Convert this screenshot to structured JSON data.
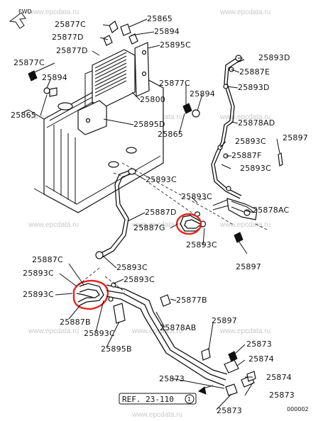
{
  "watermark": "www.epcdata.ru",
  "fwd_label": "FWD",
  "ref_label": "REF. 23-110",
  "ref_circled": "1",
  "figure_id": "000002",
  "highlight_color": "#e8231c",
  "part_labels": {
    "p25865_a": "25865",
    "p25877C_a": "25877C",
    "p25894_a": "25894",
    "p25877D_a": "25877D",
    "p25895C": "25895C",
    "p25877D_b": "25877D",
    "p25877C_b": "25877C",
    "p25894_b": "25894",
    "p25800": "25800",
    "p25865_b": "25865",
    "p25895D": "25895D",
    "p25893D_a": "25893D",
    "p25887E": "25887E",
    "p25893D_b": "25893D",
    "p25877C_c": "25877C",
    "p25894_c": "25894",
    "p25878AD": "25878AD",
    "p25865_c": "25865",
    "p25893C_a": "25893C",
    "p25897_a": "25897",
    "p25887F": "25887F",
    "p25893C_b": "25893C",
    "p25893C_c": "25893C",
    "p25893C_d": "25893C",
    "p25878AC": "25878AC",
    "p25887D": "25887D",
    "p25887G": "25887G",
    "p25893C_e": "25893C",
    "p25897_b": "25897",
    "p25893C_f": "25893C",
    "p25887C": "25887C",
    "p25893C_g": "25893C",
    "p25893C_h": "25893C",
    "p25893C_i": "25893C",
    "p25877B": "25877B",
    "p25887B": "25887B",
    "p25878AB": "25878AB",
    "p25897_c": "25897",
    "p25893C_j": "25893C",
    "p25895B": "25895B",
    "p25873_a": "25873",
    "p25874_a": "25874",
    "p25873_b": "25873",
    "p25874_b": "25874",
    "p25873_c": "25873",
    "p25873_d": "25873"
  }
}
